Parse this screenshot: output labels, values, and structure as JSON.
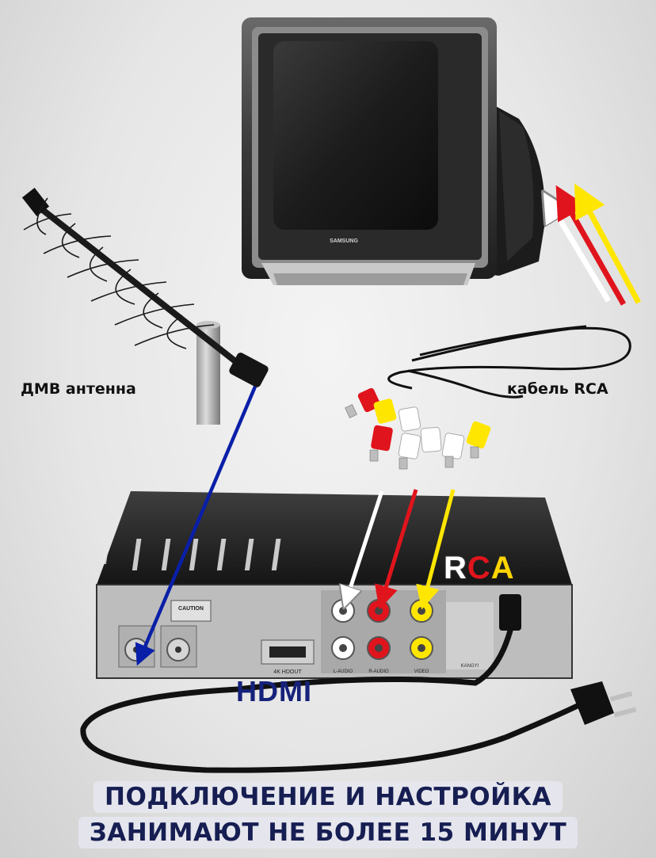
{
  "labels": {
    "antenna": "ДМВ антенна",
    "cable": "кабель RCA",
    "hdmi": "HDMI",
    "rca": {
      "r": "R",
      "c": "C",
      "a": "A"
    }
  },
  "headline": {
    "line1": "ПОДКЛЮЧЕНИЕ И НАСТРОЙКА",
    "line2": "ЗАНИМАЮТ НЕ БОЛЕЕ 15 МИНУТ"
  },
  "tv": {
    "brand": "SAMSUNG"
  },
  "receiver": {
    "caution": "CAUTION",
    "port_labels": {
      "hdmi_out": "4K HDOUT",
      "l_audio": "L-AUDIO",
      "r_audio": "R-AUDIO",
      "video": "VIDEO"
    },
    "brand": "KANGYI"
  },
  "colors": {
    "antenna_arrow": "#0a1fa8",
    "white_cable": "#ffffff",
    "red_cable": "#e0141c",
    "yellow_cable": "#ffe600",
    "headline": "#161e52",
    "hdmi_text": "#16227a"
  }
}
